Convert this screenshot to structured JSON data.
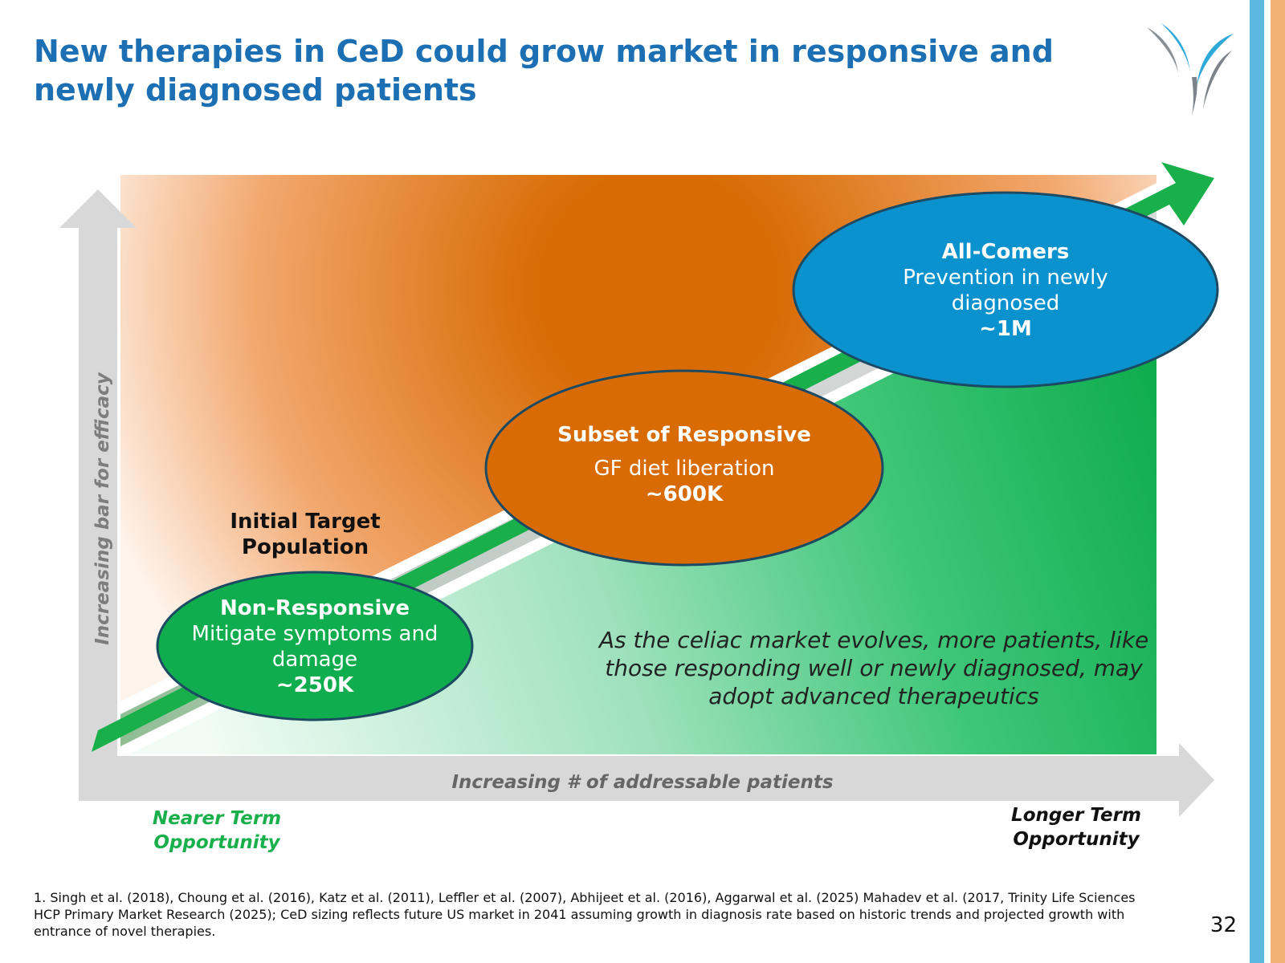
{
  "slide": {
    "title": "New therapies in CeD could grow market in responsive and newly diagnosed patients",
    "page_number": "32",
    "footnote": "1. Singh et al. (2018), Choung et al. (2016), Katz et al. (2011), Leffler et al. (2007), Abhijeet et al. (2016), Aggarwal et al. (2025) Mahadev et al. (2017, Trinity Life Sciences HCP Primary Market Research (2025); CeD sizing reflects future US market in 2041 assuming growth in diagnosis rate based on historic trends and projected growth with entrance of novel therapies."
  },
  "diagram": {
    "y_axis_label": "Increasing bar for efficacy",
    "x_axis_label": "Increasing # of addressable patients",
    "near_term_label": "Nearer Term Opportunity",
    "long_term_label": "Longer Term Opportunity",
    "initial_target_label": "Initial Target Population",
    "market_note": "As the celiac market evolves, more patients, like those responding well or newly diagnosed, may adopt advanced therapeutics",
    "segments": [
      {
        "title": "Non-Responsive",
        "subtitle": "Mitigate symptoms and damage",
        "value": "~250K",
        "color": "#10ad4e"
      },
      {
        "title": "Subset of Responsive",
        "subtitle": "GF diet liberation",
        "value": "~600K",
        "color": "#d86b04"
      },
      {
        "title": "All-Comers",
        "subtitle": "Prevention in newly diagnosed",
        "value": "~1M",
        "color": "#0a92cf"
      }
    ]
  },
  "colors": {
    "title": "#1b6fb2",
    "growth_arrow": "#19b04c",
    "axis": "#d9d9d9",
    "orange_region": "#d86b04",
    "green_region": "#10ad4e",
    "stripe_blue": "#5db8e0",
    "stripe_orange": "#f1b074"
  },
  "icons": {
    "logo": "company-logo-icon"
  }
}
